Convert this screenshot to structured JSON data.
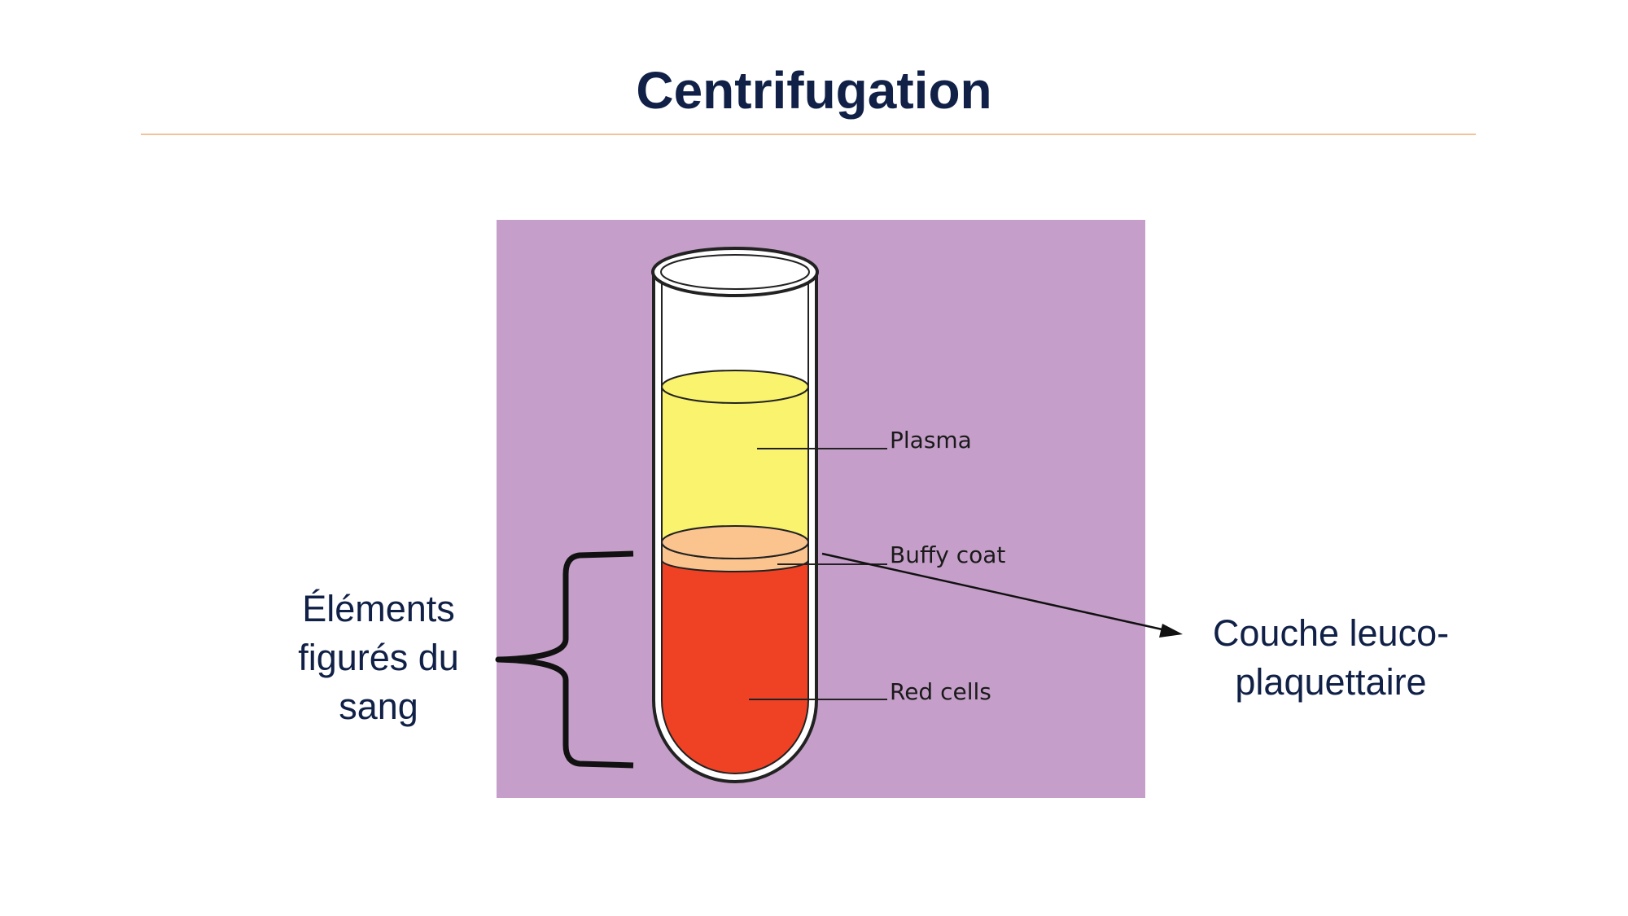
{
  "slide": {
    "title": "Centrifugation"
  },
  "diagram": {
    "layers": {
      "plasma": "Plasma",
      "buffy_coat": "Buffy coat",
      "red_cells": "Red cells"
    },
    "left_label": {
      "line1": "Éléments",
      "line2": "figurés du",
      "line3": "sang"
    },
    "right_label": {
      "line1": "Couche leuco-",
      "line2": "plaquettaire"
    },
    "colors": {
      "panel_background": "#c59fc9",
      "plasma": "#f9f36d",
      "buffy_coat": "#fbc48e",
      "red_cells": "#ef4225",
      "title": "#102046",
      "title_rule": "#f4c29a"
    }
  }
}
